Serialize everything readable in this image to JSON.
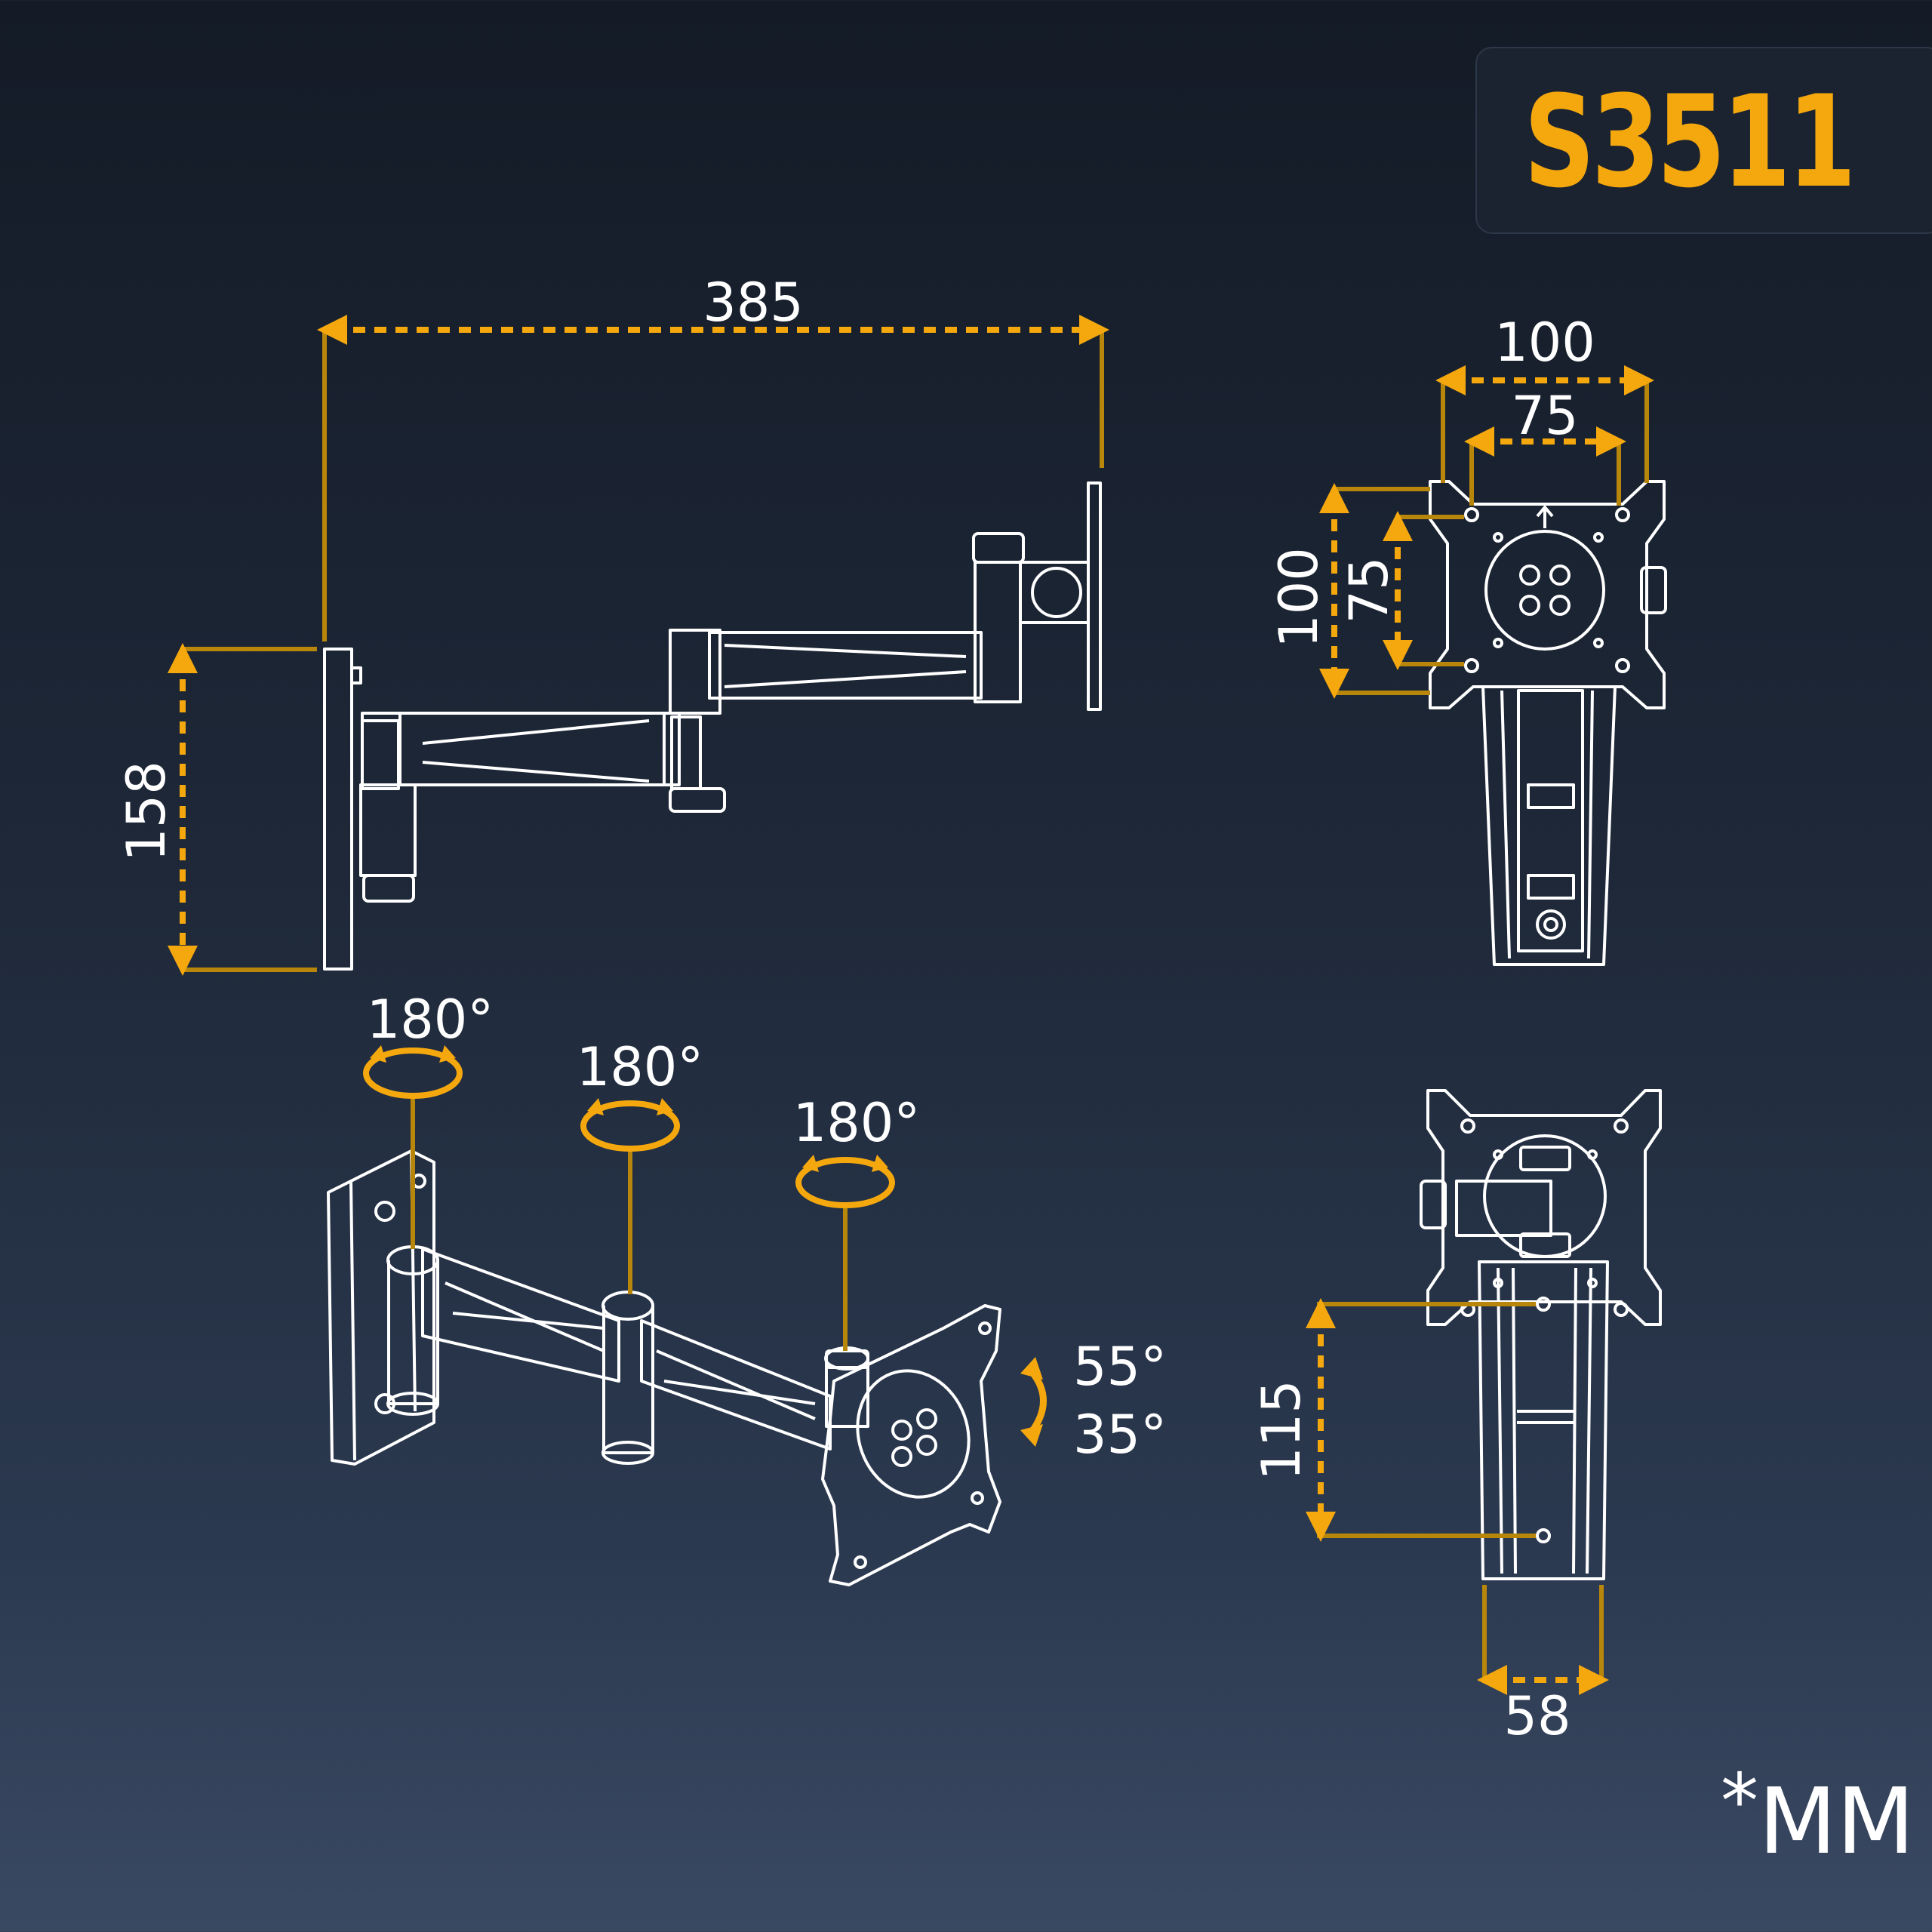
{
  "model": "S3511",
  "unit": {
    "star": "*",
    "label": "MM"
  },
  "dimensions": {
    "extension_length": "385",
    "wall_plate_height": "158",
    "vesa_outer_width": "100",
    "vesa_inner_width": "75",
    "vesa_outer_height": "100",
    "vesa_inner_height": "75",
    "plate_hole_spacing": "115",
    "plate_width": "58"
  },
  "rotations": {
    "joint_1": "180°",
    "joint_2": "180°",
    "joint_3": "180°",
    "tilt_up": "55°",
    "tilt_down": "35°"
  },
  "colors": {
    "accent": "#f5a80e",
    "bracket": "#b8860b",
    "line": "#ffffff"
  }
}
